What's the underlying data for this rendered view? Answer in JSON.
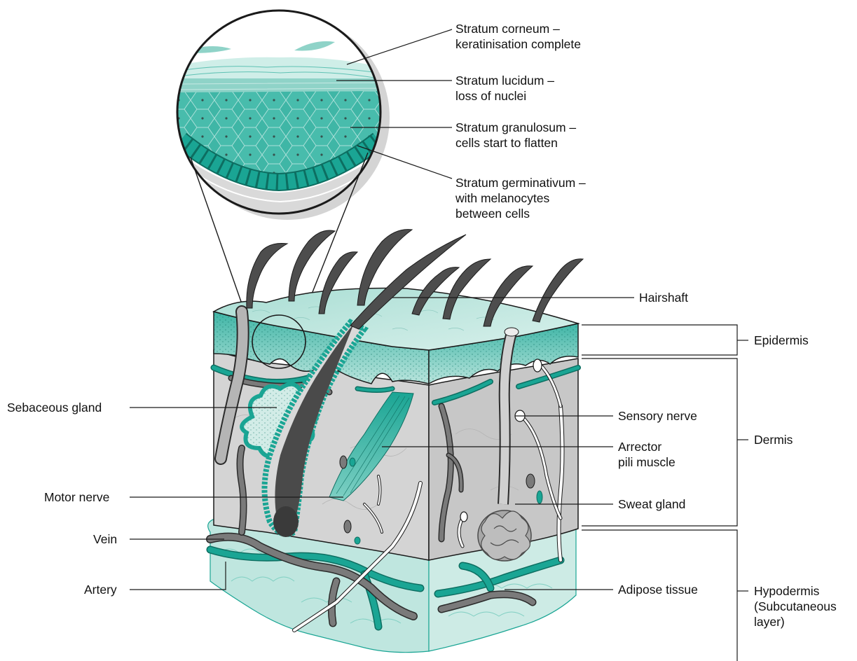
{
  "labels": {
    "stratum_corneum": "Stratum corneum –\nkeratinisation complete",
    "stratum_lucidum": "Stratum lucidum –\nloss of nuclei",
    "stratum_granulosum": "Stratum granulosum –\ncells start to flatten",
    "stratum_germinativum": "Stratum germinativum –\nwith melanocytes\nbetween cells",
    "hairshaft": "Hairshaft",
    "epidermis": "Epidermis",
    "sebaceous_gland": "Sebaceous gland",
    "sensory_nerve": "Sensory nerve",
    "dermis": "Dermis",
    "arrector_pili": "Arrector\npili muscle",
    "motor_nerve": "Motor nerve",
    "sweat_gland": "Sweat gland",
    "vein": "Vein",
    "artery": "Artery",
    "adipose_tissue": "Adipose tissue",
    "hypodermis": "Hypodermis\n(Subcutaneous\nlayer)"
  },
  "colors": {
    "teal": "#1aa594",
    "teal_light": "#bfe6df",
    "teal_pale": "#dcf2ee",
    "dermis_grey": "#d6d6d6",
    "grey_dark": "#6b6b6b",
    "outline": "#1a1a1a"
  }
}
